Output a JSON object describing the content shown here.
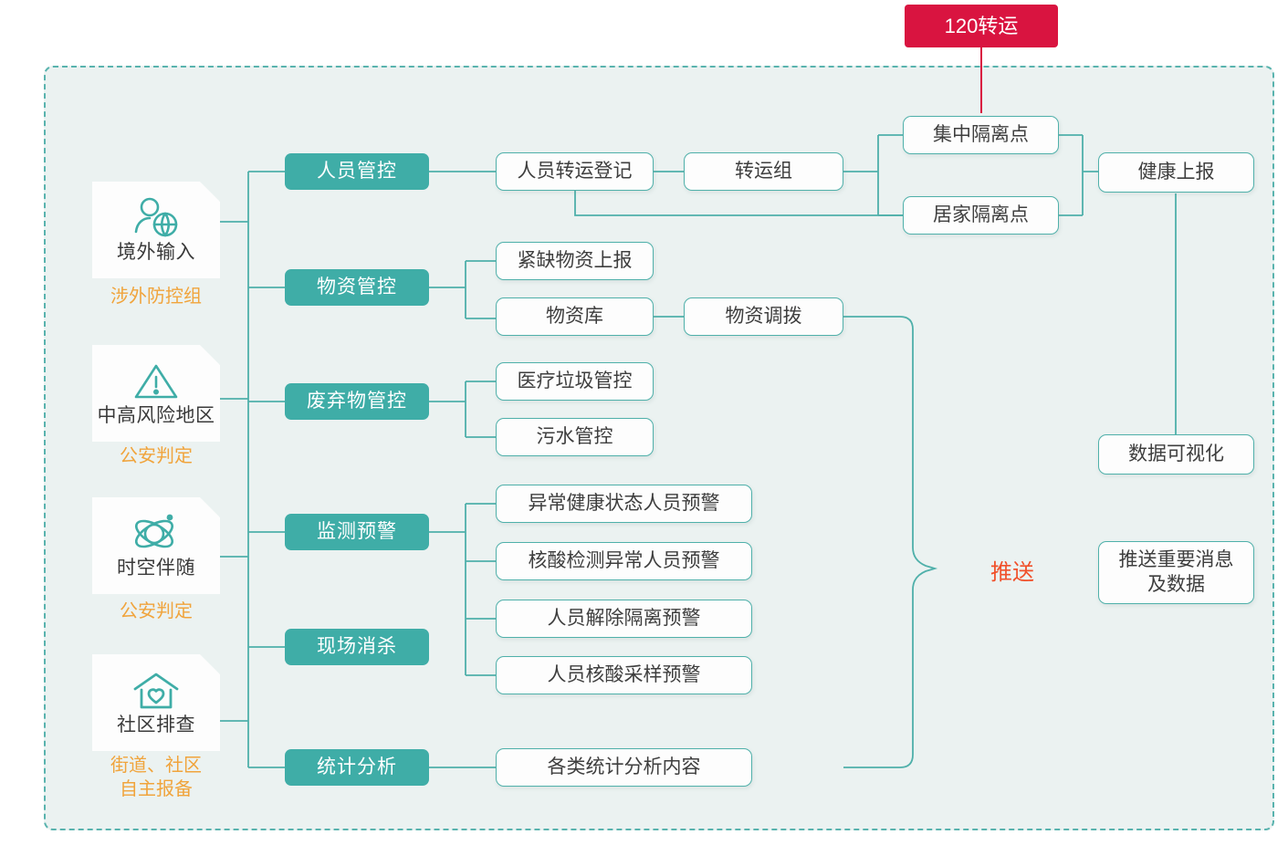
{
  "diagram": {
    "title_box": {
      "label": "120转运",
      "color": "#d91440",
      "name": "120-transfer"
    },
    "frame": {
      "style": "dashed",
      "border_color": "#59b3ae",
      "fill": "#ebf2f1"
    },
    "accent_teal": "#3fada7",
    "accent_orange": "#f0a43c",
    "accent_red": "#f0502a"
  },
  "sources": [
    {
      "title": "境外输入",
      "sub": "涉外防控组",
      "icon": "person-globe-icon"
    },
    {
      "title": "中高风险地区",
      "sub": "公安判定",
      "icon": "warning-triangle-icon"
    },
    {
      "title": "时空伴随",
      "sub": "公安判定",
      "icon": "atom-orbit-icon"
    },
    {
      "title": "社区排查",
      "sub": "街道、社区\n自主报备",
      "sub_line1": "街道、社区",
      "sub_line2": "自主报备",
      "icon": "home-heart-icon"
    }
  ],
  "categories": [
    {
      "label": "人员管控"
    },
    {
      "label": "物资管控"
    },
    {
      "label": "废弃物管控"
    },
    {
      "label": "监测预警"
    },
    {
      "label": "现场消杀"
    },
    {
      "label": "统计分析"
    }
  ],
  "leaves": {
    "personnel": [
      {
        "label": "人员转运登记"
      },
      {
        "label": "转运组"
      }
    ],
    "isolation": [
      {
        "label": "集中隔离点"
      },
      {
        "label": "居家隔离点"
      }
    ],
    "health": {
      "label": "健康上报"
    },
    "supplies": [
      {
        "label": "紧缺物资上报"
      },
      {
        "label": "物资库"
      },
      {
        "label": "物资调拨"
      }
    ],
    "waste": [
      {
        "label": "医疗垃圾管控"
      },
      {
        "label": "污水管控"
      }
    ],
    "alerts": [
      {
        "label": "异常健康状态人员预警"
      },
      {
        "label": "核酸检测异常人员预警"
      },
      {
        "label": "人员解除隔离预警"
      },
      {
        "label": "人员核酸采样预警"
      }
    ],
    "stats": {
      "label": "各类统计分析内容"
    },
    "outputs": [
      {
        "label": "数据可视化"
      },
      {
        "label_line1": "推送重要消息",
        "label_line2": "及数据"
      }
    ]
  },
  "annotations": {
    "push": "推送"
  }
}
